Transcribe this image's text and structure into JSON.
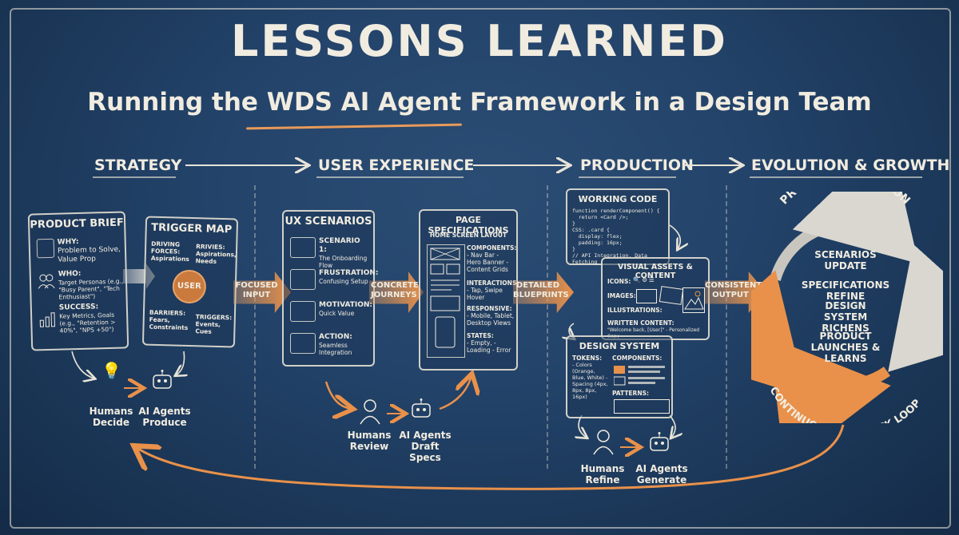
{
  "title": "LESSONS LEARNED",
  "subtitle": "Running the WDS AI Agent Framework in a Design Team",
  "phases": [
    "STRATEGY",
    "USER EXPERIENCE",
    "PRODUCTION",
    "EVOLUTION & GROWTH"
  ],
  "product_brief": {
    "title": "PRODUCT BRIEF",
    "why_label": "WHY:",
    "why_text": "Problem to Solve, Value Prop",
    "who_label": "WHO:",
    "who_text": "Target Personas (e.g., \"Busy Parent\", \"Tech Enthusiast\")",
    "success_label": "SUCCESS:",
    "success_text": "Key Metrics, Goals (e.g., \"Retention > 40%\", \"NPS +50\")"
  },
  "trigger_map": {
    "title": "TRIGGER MAP",
    "driving": "DRIVING FORCES: Aspirations",
    "rrivies": "RRIVIES: Aspirations, Needs",
    "user": "USER",
    "barriers": "BARRIERS: Fears, Constraints",
    "triggers": "TRIGGERS: Events, Cues"
  },
  "flow_labels": {
    "focused_input": "FOCUSED INPUT",
    "concrete_journeys": "CONCRETE JOURNEYS",
    "detailed_blueprints": "DETAILED BLUEPRINTS",
    "consistent_output": "CONSISTENT OUTPUT"
  },
  "ux_scenarios": {
    "title": "UX SCENARIOS",
    "items": [
      {
        "label": "SCENARIO 1:",
        "text": "The Onboarding Flow"
      },
      {
        "label": "FRUSTRATION:",
        "text": "Confusing Setup"
      },
      {
        "label": "MOTIVATION:",
        "text": "Quick Value"
      },
      {
        "label": "ACTION:",
        "text": "Seamless Integration"
      }
    ]
  },
  "page_specs": {
    "title": "PAGE SPECIFICATIONS",
    "layout": "HOME SCREEN LAYOUT",
    "components_label": "COMPONENTS:",
    "components": "- Nav Bar - Hero Banner - Content Grids",
    "interactions_label": "INTERACTIONS:",
    "interactions": "- Tap, Swipe Hover",
    "responsive_label": "RESPONSIVE:",
    "responsive": "- Mobile, Tablet, Desktop Views",
    "states_label": "STATES:",
    "states": "- Empty, - Loading - Error"
  },
  "working_code": {
    "title": "WORKING CODE",
    "lines": [
      "function renderComponent() {",
      "  return <Card />;",
      "}",
      "CSS: .card {",
      "  display: flex;",
      "  padding: 16px;",
      "}",
      "// API Integration, Data Fetching"
    ]
  },
  "visual_assets": {
    "title": "VISUAL ASSETS & CONTENT",
    "icons": "ICONS:",
    "images": "IMAGES:",
    "illustrations": "ILLUSTRATIONS:",
    "written_label": "WRITTEN CONTENT:",
    "written_text": "\"Welcome back, [User]\" - Personalized Copy"
  },
  "design_system": {
    "title": "DESIGN SYSTEM",
    "tokens_label": "TOKENS:",
    "tokens": "- Colors (Orange, Blue, White) - Spacing (4px, 8px, 8px, 16px)",
    "components_label": "COMPONENTS:",
    "patterns_label": "PATTERNS:"
  },
  "roles": {
    "strategy_humans": "Humans Decide",
    "strategy_agents": "AI Agents Produce",
    "ux_humans": "Humans Review",
    "ux_agents": "AI Agents Draft Specs",
    "prod_humans": "Humans Refine",
    "prod_agents": "AI Agents Generate"
  },
  "evolution": {
    "arc_top": "PRODUCT EVOLUTION",
    "arc_bottom": "CONTINUOUS FEEDBACK LOOP",
    "items": [
      "SCENARIOS UPDATE",
      "SPECIFICATIONS REFINE",
      "DESIGN SYSTEM RICHENS",
      "PRODUCT LAUNCHES & LEARNS"
    ]
  },
  "colors": {
    "board": "#1f3a5c",
    "chalk": "#f1ece0",
    "accent_orange": "#e9914a"
  }
}
